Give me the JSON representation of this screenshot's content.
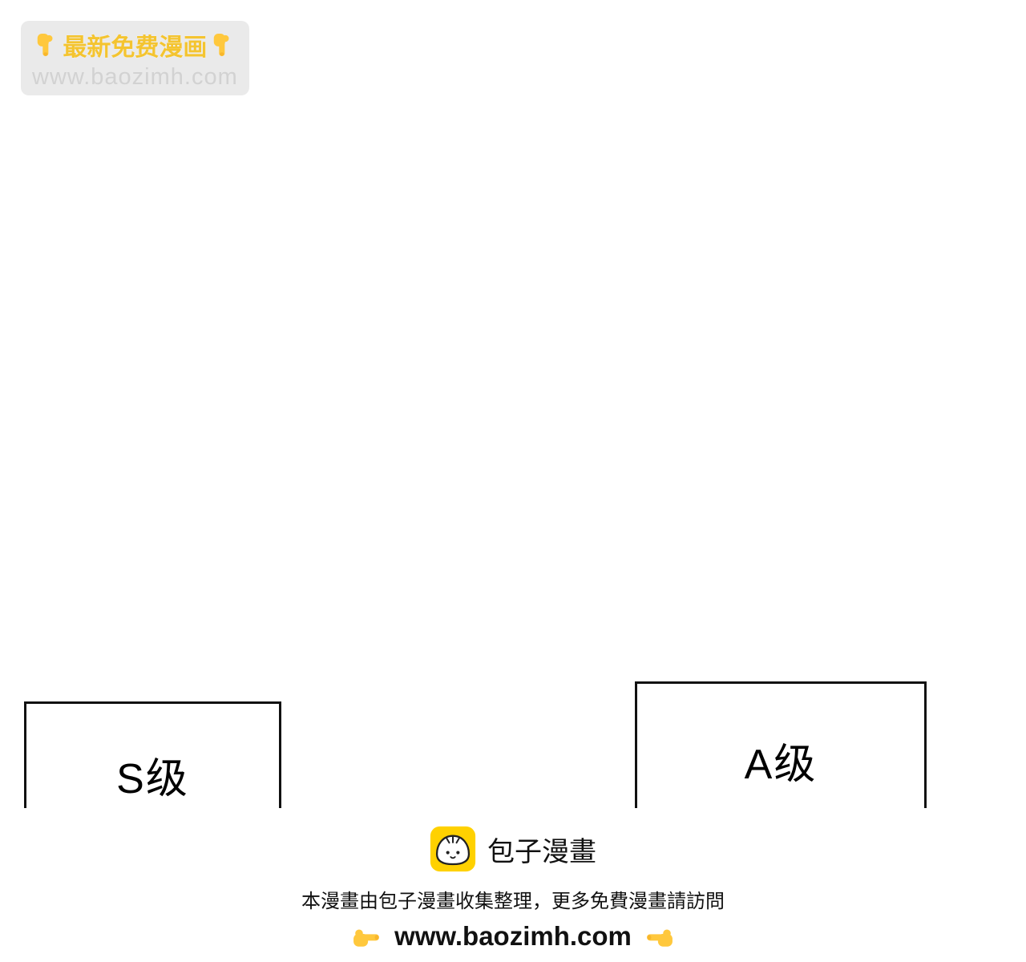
{
  "watermark": {
    "title": "最新免费漫画",
    "url": "www.baozimh.com"
  },
  "panels": {
    "s_label": "S级",
    "a_label": "A级"
  },
  "footer": {
    "brand": "包子漫畫",
    "notice": "本漫畫由包子漫畫收集整理，更多免費漫畫請訪問",
    "url": "www.baozimh.com"
  },
  "icons": {
    "pointing_down": "👇",
    "pointing_right": "👉",
    "pointing_left": "👈",
    "baozi_logo": "baozi-bun-app-icon"
  },
  "colors": {
    "emoji_hand_yellow": "#FFC83D",
    "logo_yellow": "#FFD100",
    "watermark_gold": "#F4C430",
    "watermark_gray": "#D2D2D2",
    "watermark_badge_bg": "#EAEAEA",
    "panel_border": "#111111",
    "text_black": "#111111",
    "page_bg": "#FFFFFF"
  }
}
